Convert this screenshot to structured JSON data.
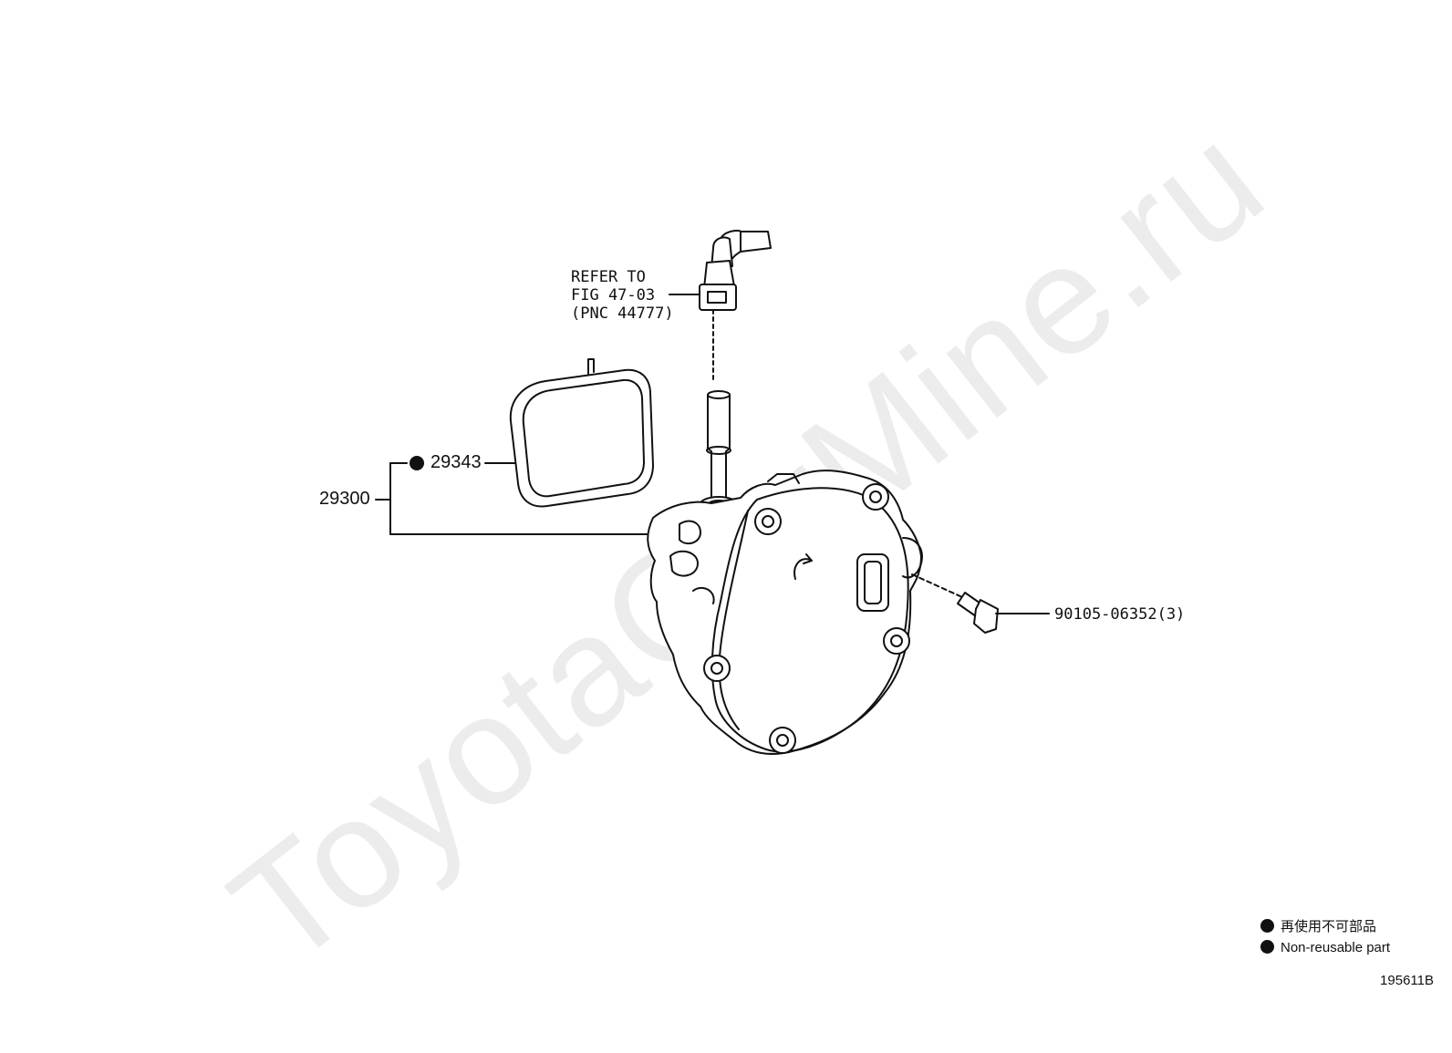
{
  "watermark": "ToyotaCarMine.ru",
  "labels": {
    "refer_line1": "REFER TO",
    "refer_line2": "FIG 47-03",
    "refer_line3": "(PNC 44777)",
    "assembly": "29300",
    "gasket": "29343",
    "bolt": "90105-06352(3)"
  },
  "legend": {
    "jp": "再使用不可部品",
    "en": "Non-reusable part"
  },
  "figure_number": "195611B"
}
